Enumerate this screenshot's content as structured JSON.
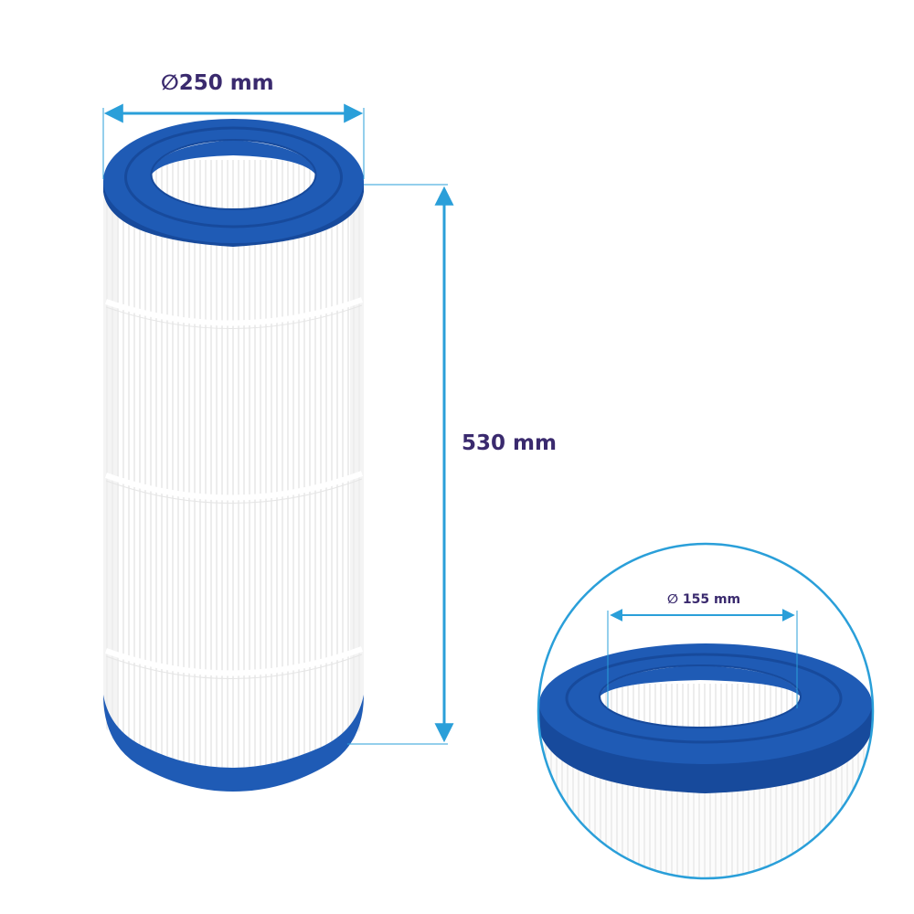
{
  "dimensions": {
    "outer_diameter": {
      "symbol": "∅",
      "value": "250 mm"
    },
    "height": {
      "value": "530 mm"
    },
    "inner_diameter": {
      "symbol": "∅",
      "value": "155 mm"
    }
  },
  "colors": {
    "cap_blue": "#1f5bb5",
    "cap_blue_dark": "#174a9c",
    "dimension_line": "#2a9fd9",
    "label_text": "#3a2a6e",
    "pleat_line": "#dcdcdc",
    "band": "#ffffff"
  },
  "icons": {
    "diameter_symbol": "diameter-icon",
    "arrows": "dimension-arrow-icon"
  }
}
